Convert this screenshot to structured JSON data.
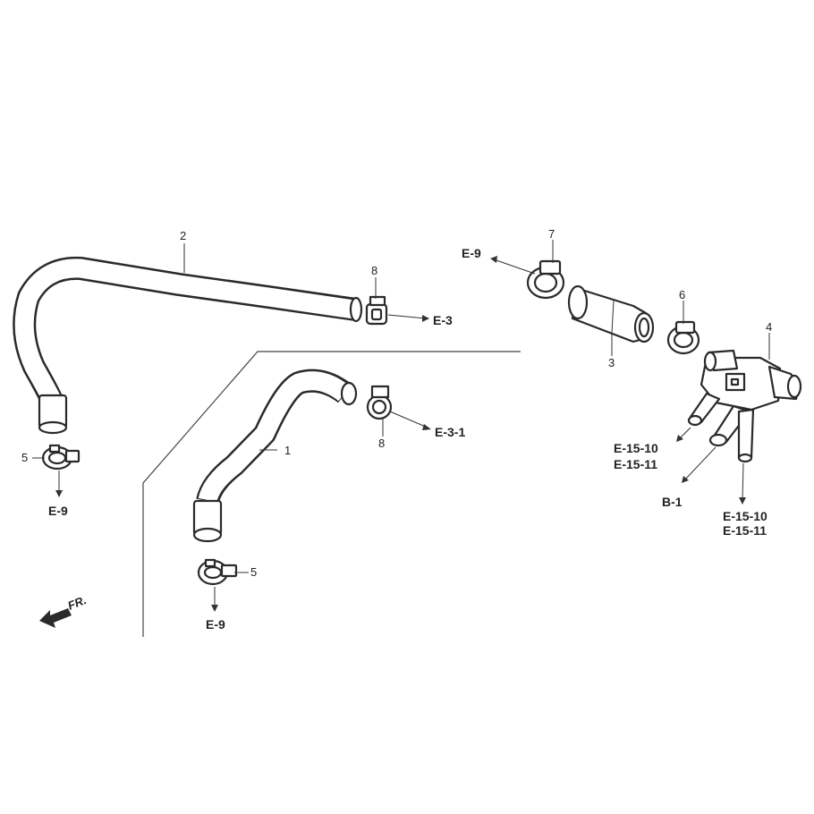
{
  "callouts": {
    "c1": "1",
    "c2": "2",
    "c3": "3",
    "c4": "4",
    "c5a": "5",
    "c5b": "5",
    "c6": "6",
    "c7": "7",
    "c8a": "8",
    "c8b": "8"
  },
  "refs": {
    "e9_top": "E-9",
    "e9_left": "E-9",
    "e9_bottom": "E-9",
    "e3": "E-3",
    "e31": "E-3-1",
    "e1510_a": "E-15-10",
    "e1511_a": "E-15-11",
    "b1": "B-1",
    "e1510_b": "E-15-10",
    "e1511_b": "E-15-11"
  },
  "direction": {
    "label": "FR."
  },
  "icons": {
    "front_arrow": "front-direction-arrow-icon"
  }
}
